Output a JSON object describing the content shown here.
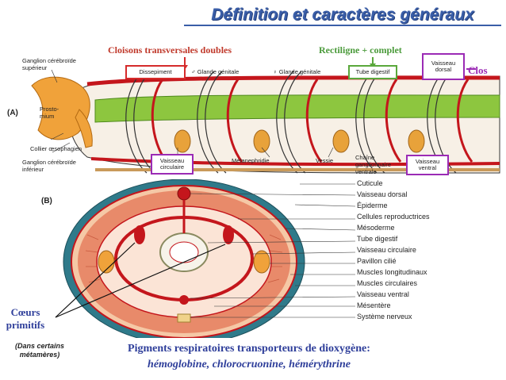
{
  "title": "Définition et caractères généraux",
  "callouts": {
    "cloisons": "Cloisons transversales doubles",
    "rectiligne": "Rectiligne + complet",
    "clos": "Clos"
  },
  "panel_a": {
    "letter": "(A)",
    "ganglion_sup": "Ganglion cérébroïde supérieur",
    "prostomium": "Prosto-mium",
    "collier": "Collier œsophagien",
    "ganglion_inf": "Ganglion cérébroïde inférieur",
    "dissepiment": "Dissepiment",
    "glande1": "♂ Glande génitale",
    "glande2": "♀ Glande génitale",
    "tube_digestif": "Tube digestif",
    "vaisseau_dorsal": "Vaisseau dorsal",
    "vaisseau_circulaire": "Vaisseau circulaire",
    "metanephridie": "Métanephridie",
    "vessie": "Vessie",
    "chaine": "Chaîne ganglionnaire ventrale",
    "vaisseau_ventral": "Vaisseau ventral"
  },
  "panel_b": {
    "letter": "(B)",
    "labels": [
      "Cuticule",
      "Vaisseau dorsal",
      "Épiderme",
      "Cellules reproductrices",
      "Mésoderme",
      "Tube digestif",
      "Vaisseau circulaire",
      "Pavillon cilié",
      "Muscles longitudinaux",
      "Muscles circulaires",
      "Vaisseau ventral",
      "Mésentère",
      "Système nerveux"
    ]
  },
  "coeurs": "Cœurs primitifs",
  "dans_certains": "(Dans certains métamères)",
  "pigments_line1": "Pigments respiratoires transporteurs de dioxygène:",
  "pigments_line2": "hémoglobine, chlorocruonine, hémérythrine",
  "colors": {
    "title": "#3a5ea8",
    "callout_red": "#c0392b",
    "callout_green": "#4a9a3a",
    "callout_purple": "#9b2bb5",
    "caption_blue": "#2e3e9a"
  }
}
